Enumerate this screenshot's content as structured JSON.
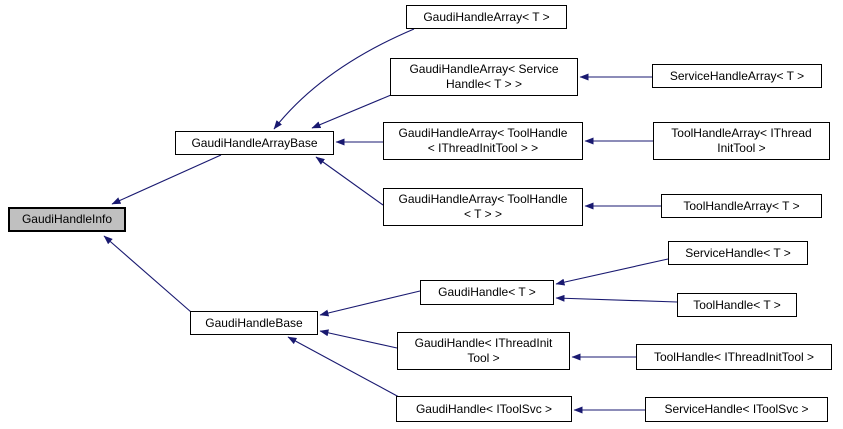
{
  "diagram": {
    "kind": "class-inheritance-graph",
    "colors": {
      "edge": "#191970",
      "node_fill": "#ffffff",
      "node_border": "#000000",
      "root_fill": "#c0c0c0",
      "text": "#000000",
      "background": "#ffffff"
    },
    "nodes": {
      "info": {
        "label": "GaudiHandleInfo",
        "root": true
      },
      "array_base": {
        "label": "GaudiHandleArrayBase"
      },
      "array_t": {
        "label": "GaudiHandleArray< T >"
      },
      "array_service": {
        "label": "GaudiHandleArray< Service\nHandle< T > >"
      },
      "array_tool_init": {
        "label": "GaudiHandleArray< ToolHandle\n< IThreadInitTool > >"
      },
      "array_tool_t": {
        "label": "GaudiHandleArray< ToolHandle\n< T > >"
      },
      "service_array_t": {
        "label": "ServiceHandleArray< T >"
      },
      "tool_array_init": {
        "label": "ToolHandleArray< IThread\nInitTool >"
      },
      "tool_array_t": {
        "label": "ToolHandleArray< T >"
      },
      "handle_base": {
        "label": "GaudiHandleBase"
      },
      "handle_t": {
        "label": "GaudiHandle< T >"
      },
      "service_handle_t": {
        "label": "ServiceHandle< T >"
      },
      "tool_handle_t": {
        "label": "ToolHandle< T >"
      },
      "handle_thread_init": {
        "label": "GaudiHandle< IThreadInit\nTool >"
      },
      "tool_handle_init": {
        "label": "ToolHandle< IThreadInitTool >"
      },
      "handle_toolsvc": {
        "label": "GaudiHandle< IToolSvc >"
      },
      "service_handle_toolsvc": {
        "label": "ServiceHandle< IToolSvc >"
      }
    },
    "edges": [
      {
        "from": "array_base",
        "to": "info"
      },
      {
        "from": "handle_base",
        "to": "info"
      },
      {
        "from": "array_t",
        "to": "array_base"
      },
      {
        "from": "array_service",
        "to": "array_base"
      },
      {
        "from": "array_tool_init",
        "to": "array_base"
      },
      {
        "from": "array_tool_t",
        "to": "array_base"
      },
      {
        "from": "service_array_t",
        "to": "array_service"
      },
      {
        "from": "tool_array_init",
        "to": "array_tool_init"
      },
      {
        "from": "tool_array_t",
        "to": "array_tool_t"
      },
      {
        "from": "handle_t",
        "to": "handle_base"
      },
      {
        "from": "handle_thread_init",
        "to": "handle_base"
      },
      {
        "from": "handle_toolsvc",
        "to": "handle_base"
      },
      {
        "from": "service_handle_t",
        "to": "handle_t"
      },
      {
        "from": "tool_handle_t",
        "to": "handle_t"
      },
      {
        "from": "tool_handle_init",
        "to": "handle_thread_init"
      },
      {
        "from": "service_handle_toolsvc",
        "to": "handle_toolsvc"
      }
    ]
  }
}
